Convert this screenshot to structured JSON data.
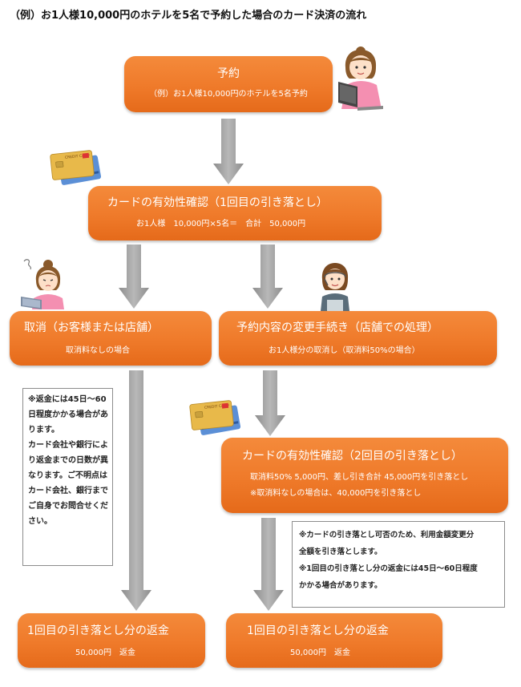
{
  "title": "（例）お1人様10,000円のホテルを5名で予約した場合のカード決済の流れ",
  "boxes": {
    "reserve": {
      "heading": "予約",
      "sub": "（例）お1人様10,000円のホテルを5名予約"
    },
    "check1": {
      "heading": "カードの有効性確認（1回目の引き落とし）",
      "sub": "お1人様　10,000円×5名＝　合計　50,000円"
    },
    "cancel": {
      "heading": "取消（お客様または店舗）",
      "sub": "取消料なしの場合"
    },
    "change": {
      "heading": "予約内容の変更手続き（店舗での処理）",
      "sub": "お1人様分の取消し（取消料50%の場合）"
    },
    "check2": {
      "heading": "カードの有効性確認（2回目の引き落とし）",
      "sub1": "取消料50% 5,000円、差し引き合計 45,000円を引き落とし",
      "sub2": "※取消料なしの場合は、40,000円を引き落とし"
    },
    "refund_left": {
      "heading": "1回目の引き落とし分の返金",
      "sub": "50,000円　返金"
    },
    "refund_right": {
      "heading": "1回目の引き落とし分の返金",
      "sub": "50,000円　返金"
    }
  },
  "notes": {
    "left": [
      "※返金には45日〜60",
      "日程度かかる場合があ",
      "ります。",
      "カード会社や銀行によ",
      "り返金までの日数が異",
      "なります。ご不明点は",
      "カード会社、銀行まで",
      "ご自身でお問合せくだ",
      "さい。"
    ],
    "right": [
      "※カードの引き落とし可否のため、利用金額変更分",
      "全額を引き落とします。",
      "※1回目の引き落とし分の返金には45日〜60日程度",
      "かかる場合があります。"
    ]
  },
  "card_text": "CREDIT CARD",
  "colors": {
    "box": "#ef7a2a",
    "arrow": "#9e9e9e",
    "note_border": "#8c8c8c"
  }
}
